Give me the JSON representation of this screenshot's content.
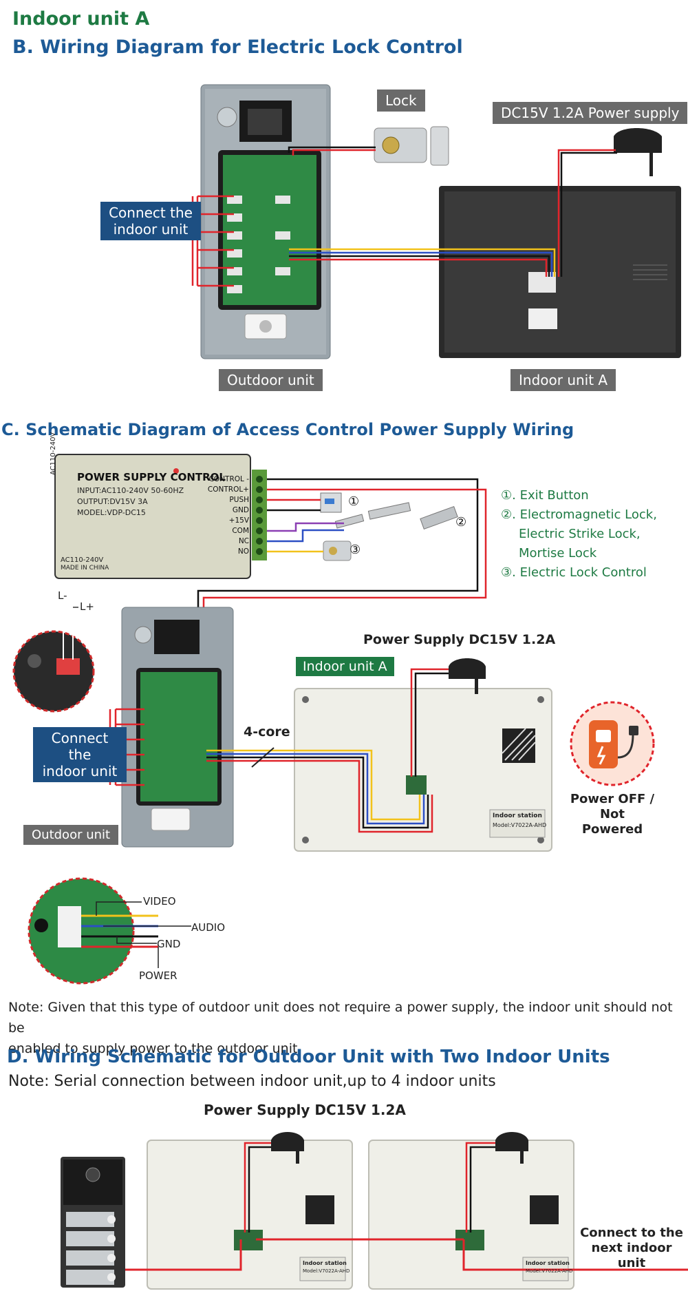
{
  "header": {
    "title": "Indoor unit A",
    "section_b": "B. Wiring Diagram for Electric Lock Control"
  },
  "section_b": {
    "lock_label": "Lock",
    "power_label": "DC15V 1.2A Power supply",
    "connect_label_line1": "Connect the",
    "connect_label_line2": "indoor unit",
    "outdoor_label": "Outdoor unit",
    "indoor_label": "Indoor unit A"
  },
  "section_c": {
    "title": "C. Schematic Diagram of Access Control Power Supply Wiring",
    "psu": {
      "title": "POWER SUPPLY CONTROL",
      "input": "INPUT:AC110-240V 50-60HZ",
      "output": "OUTPUT:DV15V 3A",
      "model": "MODEL:VDP-DC15",
      "side_text": "AC110-240V",
      "bottom_text1": "AC110-240V",
      "bottom_text2": "MADE IN CHINA",
      "terminals": [
        "CONTROL -",
        "CONTROL+",
        "PUSH",
        "GND",
        "+15V",
        "COM",
        "NC",
        "NO"
      ]
    },
    "legend": {
      "item1": "①. Exit Button",
      "item2_line1": "②. Electromagnetic Lock,",
      "item2_line2": "Electric Strike Lock,",
      "item2_line3": "Mortise Lock",
      "item3": "③. Electric Lock Control"
    },
    "markers": {
      "m1": "①",
      "m2": "②",
      "m3": "③"
    },
    "l_minus": "L-",
    "l_plus": "L+",
    "power_supply": "Power Supply DC15V 1.2A",
    "indoor_a": "Indoor unit A",
    "connect_line1": "Connect the",
    "connect_line2": "indoor unit",
    "four_core": "4-core",
    "outdoor": "Outdoor unit",
    "power_off_line1": "Power OFF /",
    "power_off_line2": "Not Powered",
    "indoor_station": "Indoor station",
    "indoor_model": "Model:V7022A-AHD",
    "pins": {
      "video": "VIDEO",
      "audio": "AUDIO",
      "gnd": "GND",
      "power": "POWER"
    },
    "note_line1": "Note: Given that this type of outdoor unit does not require a power supply, the indoor unit should not be",
    "note_line2": "enabled to supply power to the outdoor unit."
  },
  "section_d": {
    "title": "D. Wiring Schematic for Outdoor Unit with Two Indoor Units",
    "note": "Note: Serial connection between indoor unit,up to 4 indoor units",
    "power_supply": "Power Supply DC15V 1.2A",
    "next_line1": "Connect to the",
    "next_line2": "next indoor unit",
    "indoor_station": "Indoor station",
    "indoor_model": "Model:V7022A-AHD"
  },
  "colors": {
    "heading_green": "#1e7a43",
    "heading_blue": "#1d5a96",
    "wire_red": "#e0242b",
    "wire_yellow": "#f2c21b",
    "wire_blue": "#2b4fc4",
    "wire_black": "#111111",
    "label_gray": "#6a6a6a",
    "label_navy": "#1d4f82",
    "warning_orange": "#e8642a"
  },
  "icons": [
    "plug-adapter-icon",
    "lock-icon",
    "power-off-icon",
    "hatch-speaker-icon"
  ]
}
